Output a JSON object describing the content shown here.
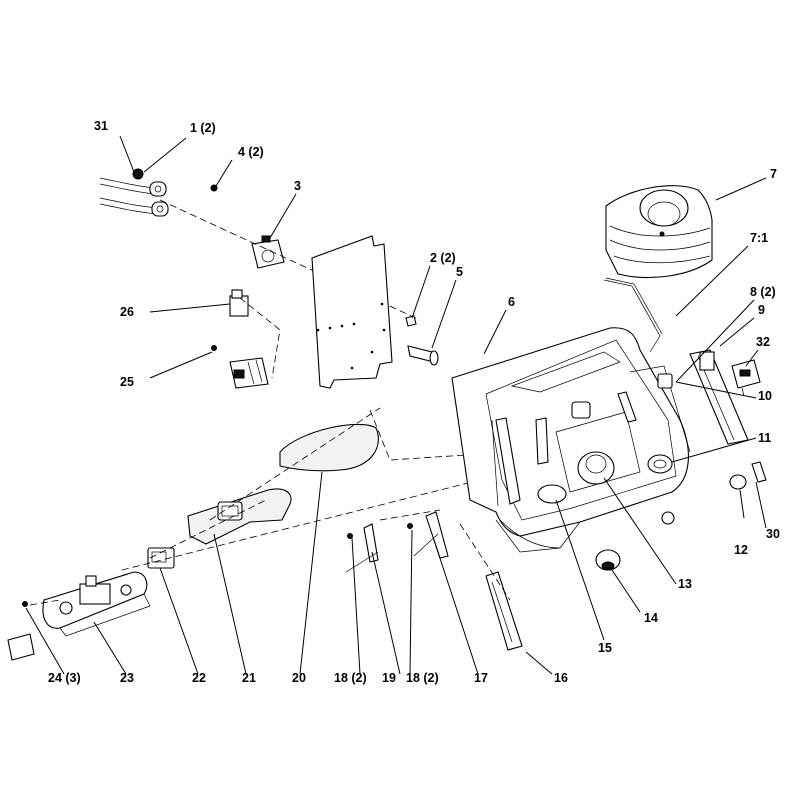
{
  "diagram": {
    "callouts": {
      "c31": "31",
      "c1": "1 (2)",
      "c4": "4 (2)",
      "c3": "3",
      "c7": "7",
      "c7_1": "7:1",
      "c2": "2 (2)",
      "c5": "5",
      "c6": "6",
      "c8": "8 (2)",
      "c9": "9",
      "c26": "26",
      "c32": "32",
      "c25": "25",
      "c10": "10",
      "c11": "11",
      "c12": "12",
      "c30": "30",
      "c13": "13",
      "c14": "14",
      "c15": "15",
      "c16": "16",
      "c17": "17",
      "c18b": "18 (2)",
      "c19": "19",
      "c18a": "18 (2)",
      "c20": "20",
      "c21": "21",
      "c22": "22",
      "c23": "23",
      "c24": "24 (3)"
    }
  }
}
